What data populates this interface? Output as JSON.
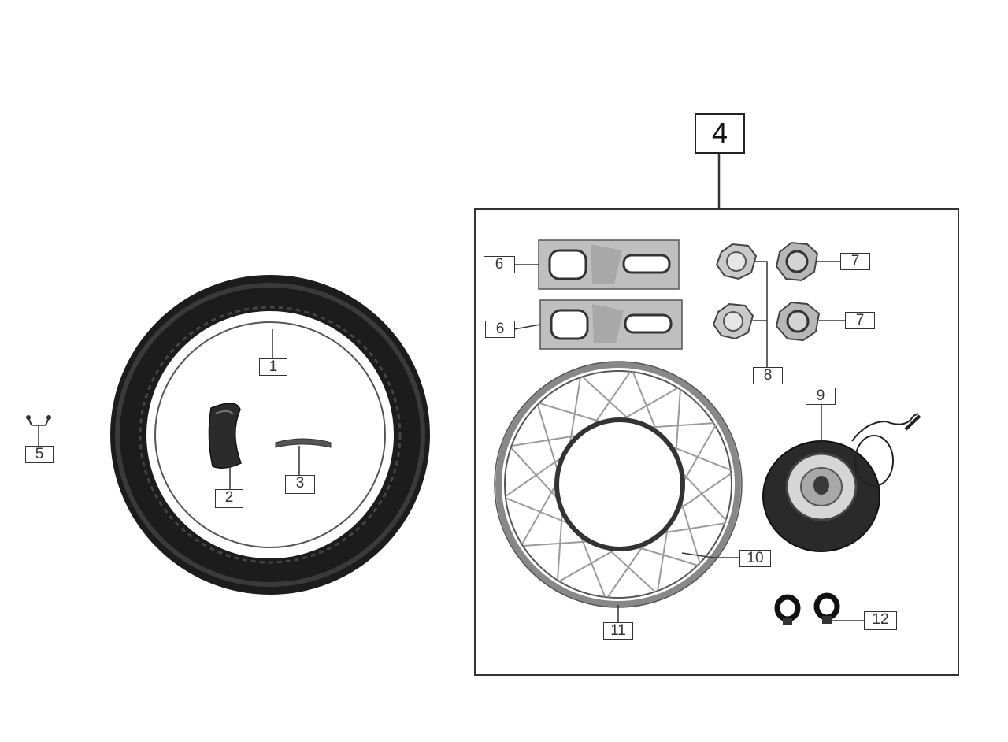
{
  "callouts": {
    "assembly": "4",
    "tire": "1",
    "tube": "2",
    "rim_tape": "3",
    "valve_caps": "5",
    "adjuster_upper": "6",
    "adjuster_lower": "6",
    "nut_upper": "7",
    "nut_lower": "7",
    "nut_group": "8",
    "hub_motor": "9",
    "spokes": "10",
    "rim": "11",
    "clamps": "12"
  },
  "colors": {
    "line": "#333333",
    "tire": "#1c1c1c",
    "tire_tread": "#2d2d2d",
    "metal": "#b9b9b9",
    "hub_dark": "#2a2a2a"
  }
}
